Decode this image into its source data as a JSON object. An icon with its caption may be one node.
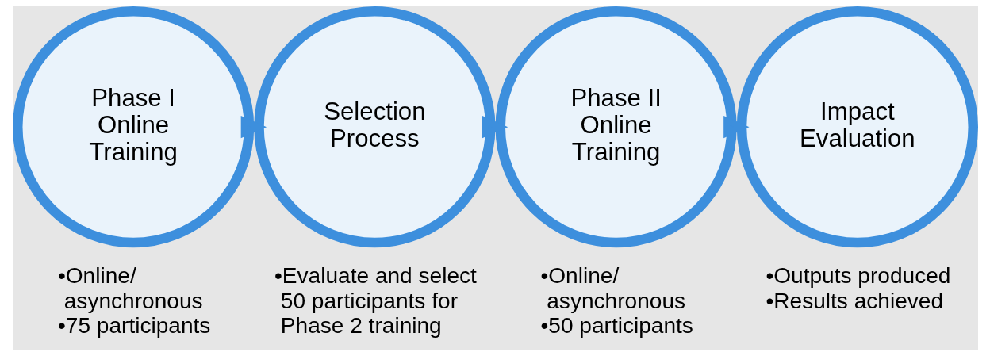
{
  "diagram": {
    "nodes": [
      {
        "text": [
          "Phase I Online Training"
        ],
        "beside": [
          "•Online/ asynchronous",
          "•75 participants"
        ]
      },
      {
        "text": [
          "Selection Process"
        ],
        "beside": [
          "•Evaluate and select 50 participants for Phase 2 training"
        ]
      },
      {
        "text": [
          "Phase II Online Training"
        ],
        "beside": [
          "•Online/ asynchronous",
          "•50 participants"
        ]
      },
      {
        "text": [
          "Impact Evaluation"
        ],
        "beside": [
          "•Outputs produced",
          "•Results achieved"
        ]
      }
    ],
    "edges": [
      {
        "from": 0,
        "to": 1,
        "arrow": "to"
      },
      {
        "from": 1,
        "to": 2,
        "arrow": "to"
      },
      {
        "from": 2,
        "to": 3,
        "arrow": "to"
      }
    ]
  }
}
